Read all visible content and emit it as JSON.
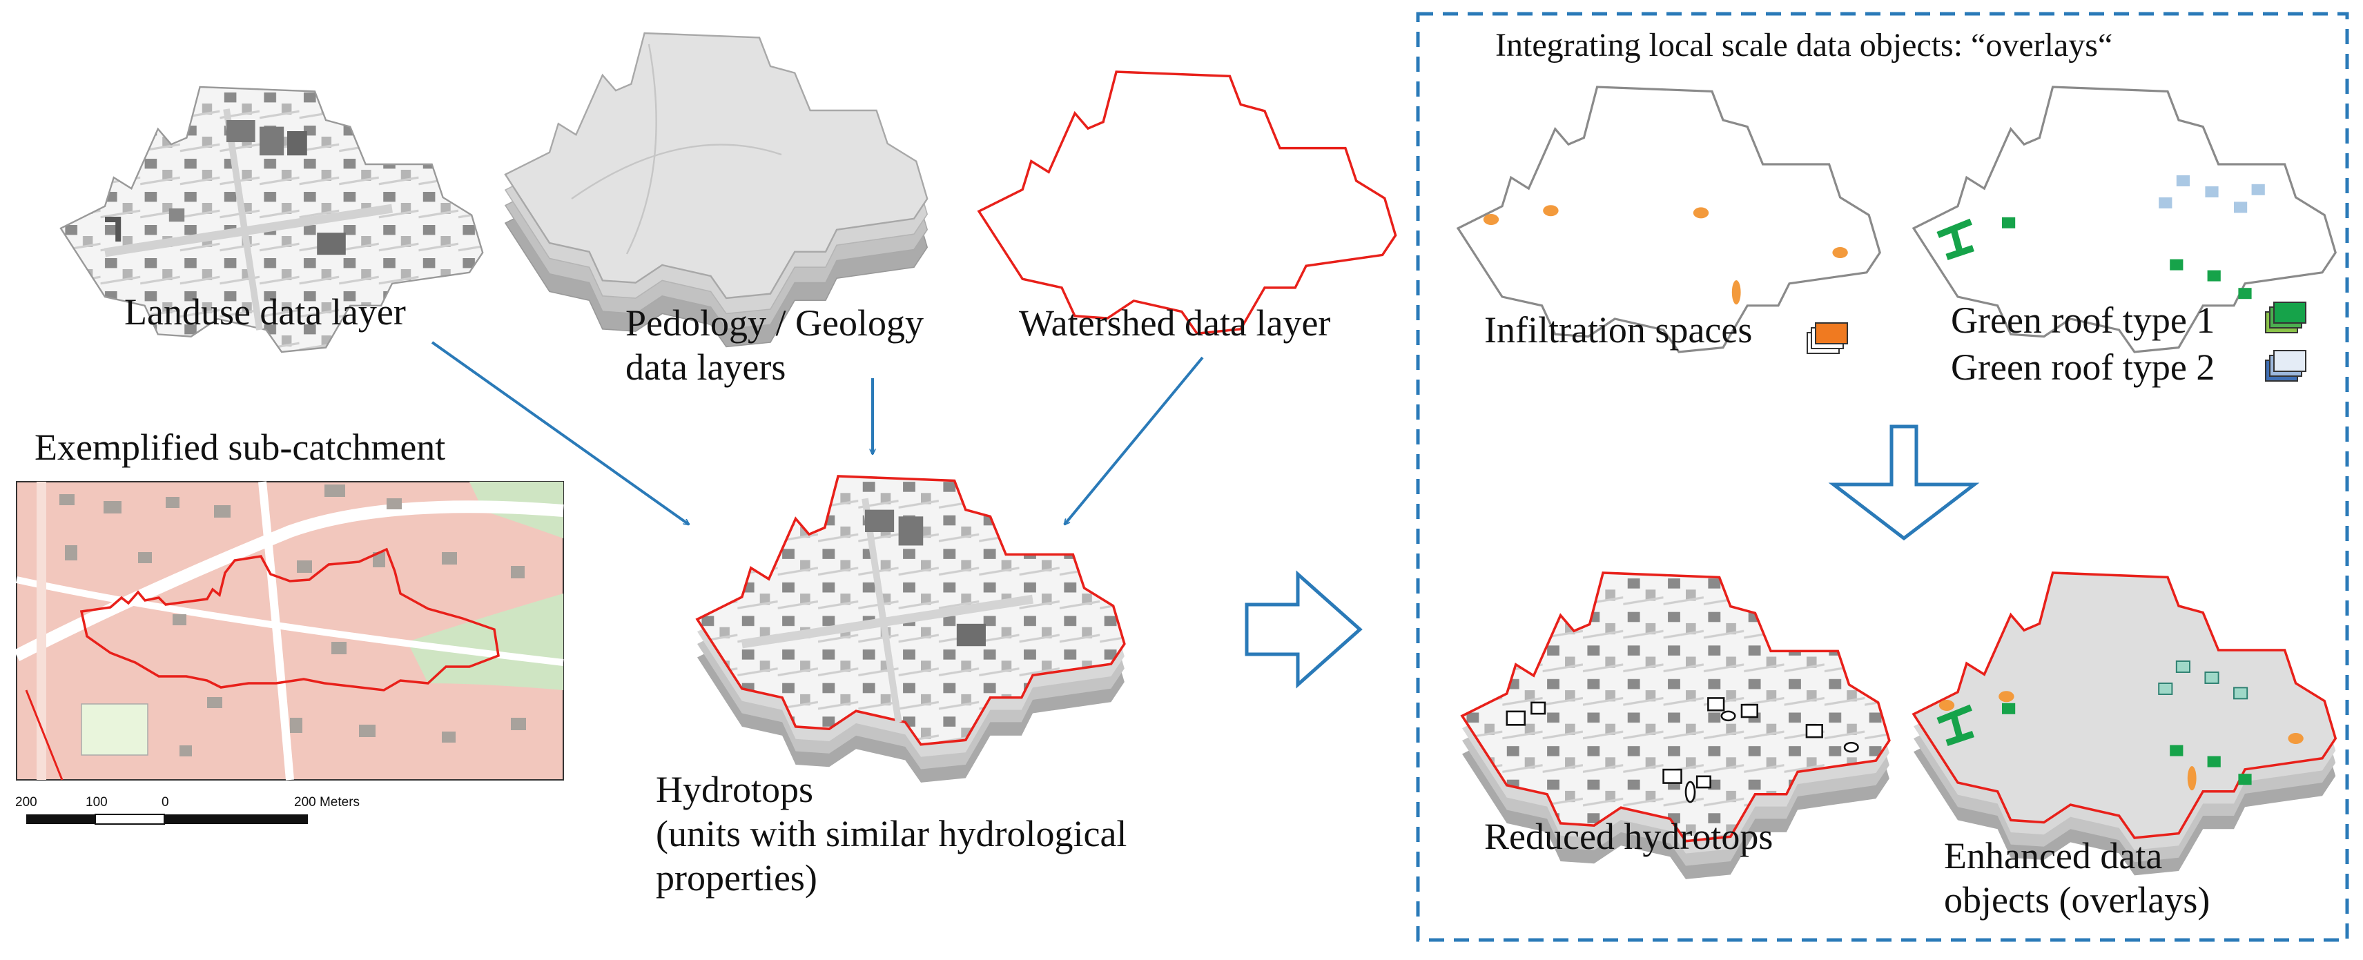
{
  "labels": {
    "landuse": "Landuse data layer",
    "pedology_line1": "Pedology / Geology",
    "pedology_line2": "data layers",
    "watershed": "Watershed data layer",
    "subcatchment": "Exemplified sub-catchment",
    "hydrotops_line1": "Hydrotops",
    "hydrotops_line2": "(units with similar hydrological",
    "hydrotops_line3": "properties)",
    "overlay_title": "Integrating local scale data objects: “overlays“",
    "infiltration": "Infiltration spaces",
    "green_roof_1": "Green roof type 1",
    "green_roof_2": "Green roof type 2",
    "reduced": "Reduced hydrotops",
    "enhanced_line1": "Enhanced data",
    "enhanced_line2": "objects (overlays)"
  },
  "scale_bar": {
    "tick_200_left": "200",
    "tick_100": "100",
    "tick_0": "0",
    "tick_200_right": "200 Meters"
  },
  "colors": {
    "watershed_outline": "#e8201a",
    "arrow_blue": "#2a7ab8",
    "dashed_frame": "#2a7ab8",
    "infiltration": "#f39a3c",
    "green_roof_1": "#16a34a",
    "green_roof_2": "#aac8e4",
    "map_background": "#f2c7bd"
  }
}
